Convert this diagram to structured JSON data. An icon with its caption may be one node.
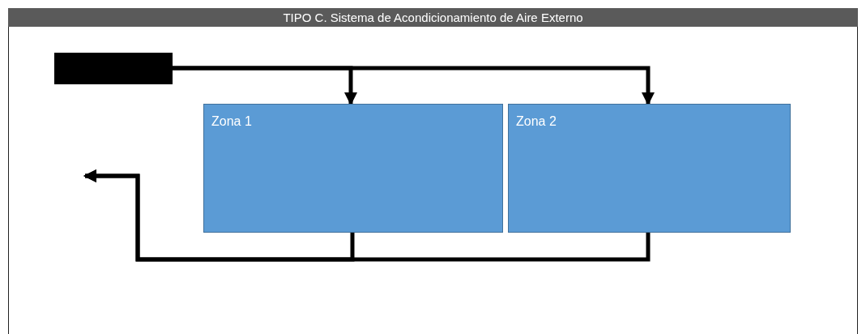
{
  "diagram": {
    "title": "TIPO C. Sistema de Acondicionamiento de Aire Externo",
    "nodes": [
      {
        "text": [],
        "shape": "bar"
      },
      {
        "text": [
          "Zona 1"
        ]
      },
      {
        "text": [
          "Zona 2"
        ]
      }
    ],
    "edges": [
      {
        "from": 0,
        "to": 1,
        "arrow": "to"
      },
      {
        "from": 0,
        "to": 2,
        "arrow": "to"
      },
      {
        "from": 1,
        "to": null,
        "arrow": "to"
      },
      {
        "from": 2,
        "to": null,
        "arrow": "to"
      }
    ]
  }
}
